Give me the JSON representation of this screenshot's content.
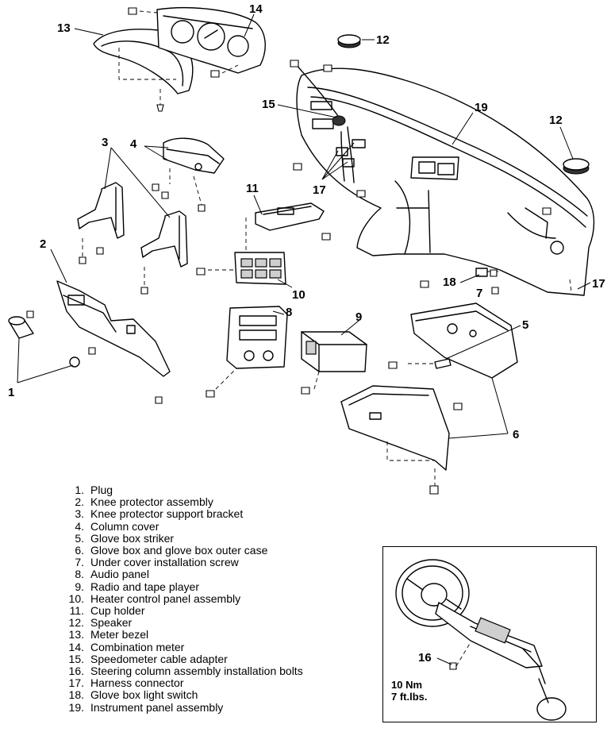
{
  "callouts": [
    "1",
    "2",
    "3",
    "4",
    "5",
    "6",
    "7",
    "8",
    "9",
    "10",
    "11",
    "12",
    "13",
    "14",
    "15",
    "16",
    "17",
    "18",
    "19"
  ],
  "legend": [
    {
      "num": "1.",
      "text": "Plug"
    },
    {
      "num": "2.",
      "text": "Knee protector assembly"
    },
    {
      "num": "3.",
      "text": "Knee protector support bracket"
    },
    {
      "num": "4.",
      "text": "Column cover"
    },
    {
      "num": "5.",
      "text": "Glove box striker"
    },
    {
      "num": "6.",
      "text": "Glove box and glove box outer case"
    },
    {
      "num": "7.",
      "text": "Under cover installation screw"
    },
    {
      "num": "8.",
      "text": "Audio panel"
    },
    {
      "num": "9.",
      "text": "Radio and tape player"
    },
    {
      "num": "10.",
      "text": "Heater control panel assembly"
    },
    {
      "num": "11.",
      "text": "Cup holder"
    },
    {
      "num": "12.",
      "text": "Speaker"
    },
    {
      "num": "13.",
      "text": "Meter bezel"
    },
    {
      "num": "14.",
      "text": "Combination meter"
    },
    {
      "num": "15.",
      "text": "Speedometer cable adapter"
    },
    {
      "num": "16.",
      "text": "Steering column assembly installation bolts"
    },
    {
      "num": "17.",
      "text": "Harness connector"
    },
    {
      "num": "18.",
      "text": "Glove box light switch"
    },
    {
      "num": "19.",
      "text": "Instrument panel assembly"
    }
  ],
  "inset": {
    "callout": "16",
    "torque_nm": "10 Nm",
    "torque_ftlbs": "7 ft.lbs."
  }
}
